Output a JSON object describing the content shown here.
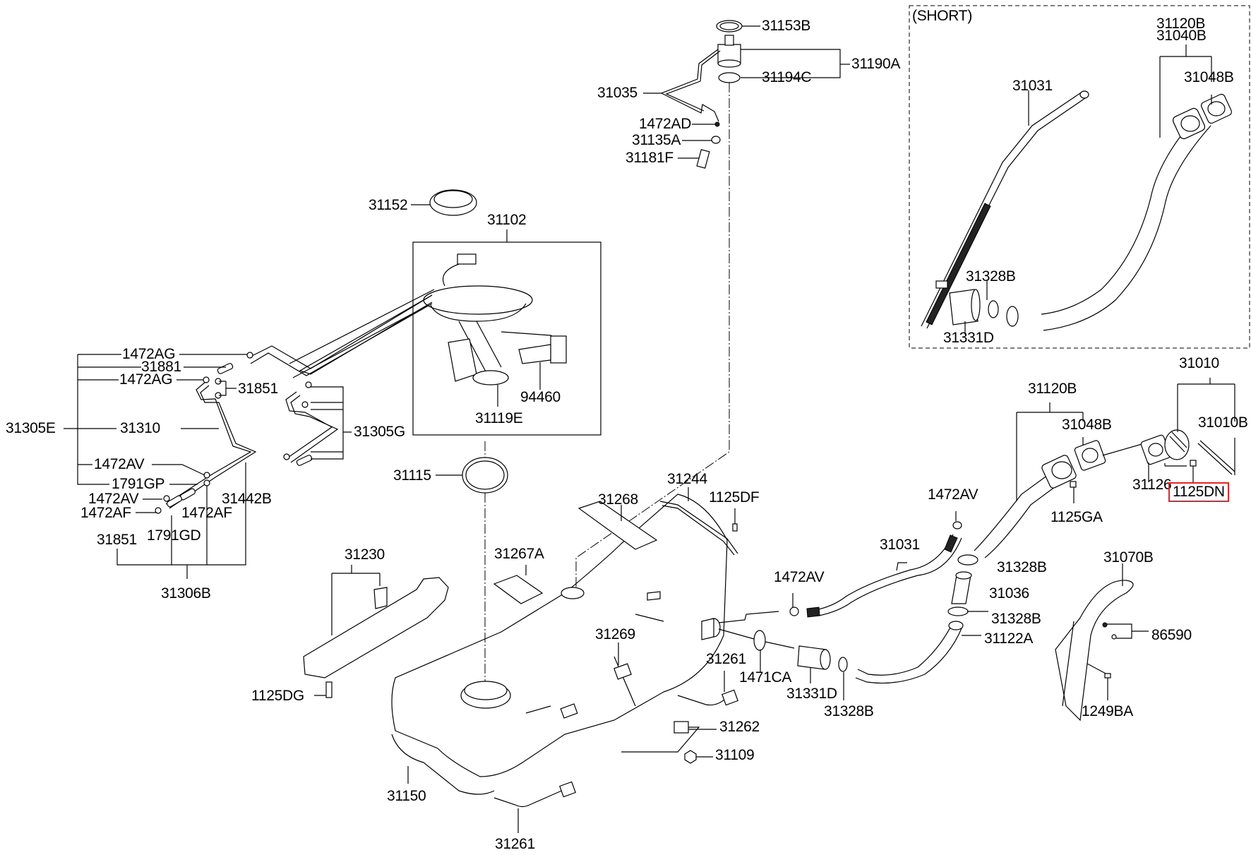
{
  "diagram": {
    "title": "Fuel Tank & Filler Assembly Parts Diagram",
    "highlight_color": "#e0252b",
    "inset": {
      "label": "(SHORT)"
    },
    "labels": {
      "l31153B": "31153B",
      "l31190A": "31190A",
      "l31194C": "31194C",
      "l31035": "31035",
      "l1472AD": "1472AD",
      "l31135A": "31135A",
      "l31181F": "31181F",
      "s31031": "31031",
      "s31120B": "31120B",
      "s31040B": "31040B",
      "s31048B": "31048B",
      "s31328B": "31328B",
      "s31331D": "31331D",
      "l31010": "31010",
      "l31120B": "31120B",
      "l31048B": "31048B",
      "l31010B": "31010B",
      "l31126": "31126",
      "l1125DN": "1125DN",
      "l1125GA": "1125GA",
      "l1472AV_r": "1472AV",
      "l31031": "31031",
      "l31328B_a": "31328B",
      "l31036": "31036",
      "l31328B_b": "31328B",
      "l31122A": "31122A",
      "l31070B": "31070B",
      "l86590": "86590",
      "l1249BA": "1249BA",
      "l1472AV_m": "1472AV",
      "l1471CA": "1471CA",
      "l31331D": "31331D",
      "l31328B_c": "31328B",
      "l31261_a": "31261",
      "l31262": "31262",
      "l31109": "31109",
      "l31150": "31150",
      "l31261_b": "31261",
      "l1125DG": "1125DG",
      "l31269": "31269",
      "l31230": "31230",
      "l31267A": "31267A",
      "l31268": "31268",
      "l31244": "31244",
      "l1125DF": "1125DF",
      "l31115": "31115",
      "l31152": "31152",
      "l31102": "31102",
      "l94460": "94460",
      "l31119E": "31119E",
      "l31305G": "31305G",
      "l31305E": "31305E",
      "l31310": "31310",
      "l1472AG_a": "1472AG",
      "l31881": "31881",
      "l1472AG_b": "1472AG",
      "l31851_a": "31851",
      "l1472AV_a": "1472AV",
      "l1791GP": "1791GP",
      "l1472AV_b": "1472AV",
      "l1472AF_a": "1472AF",
      "l31442B": "31442B",
      "l1472AF_b": "1472AF",
      "l31851_b": "31851",
      "l1791GD": "1791GD",
      "l31306B": "31306B"
    },
    "highlighted_part": "1125DN"
  }
}
